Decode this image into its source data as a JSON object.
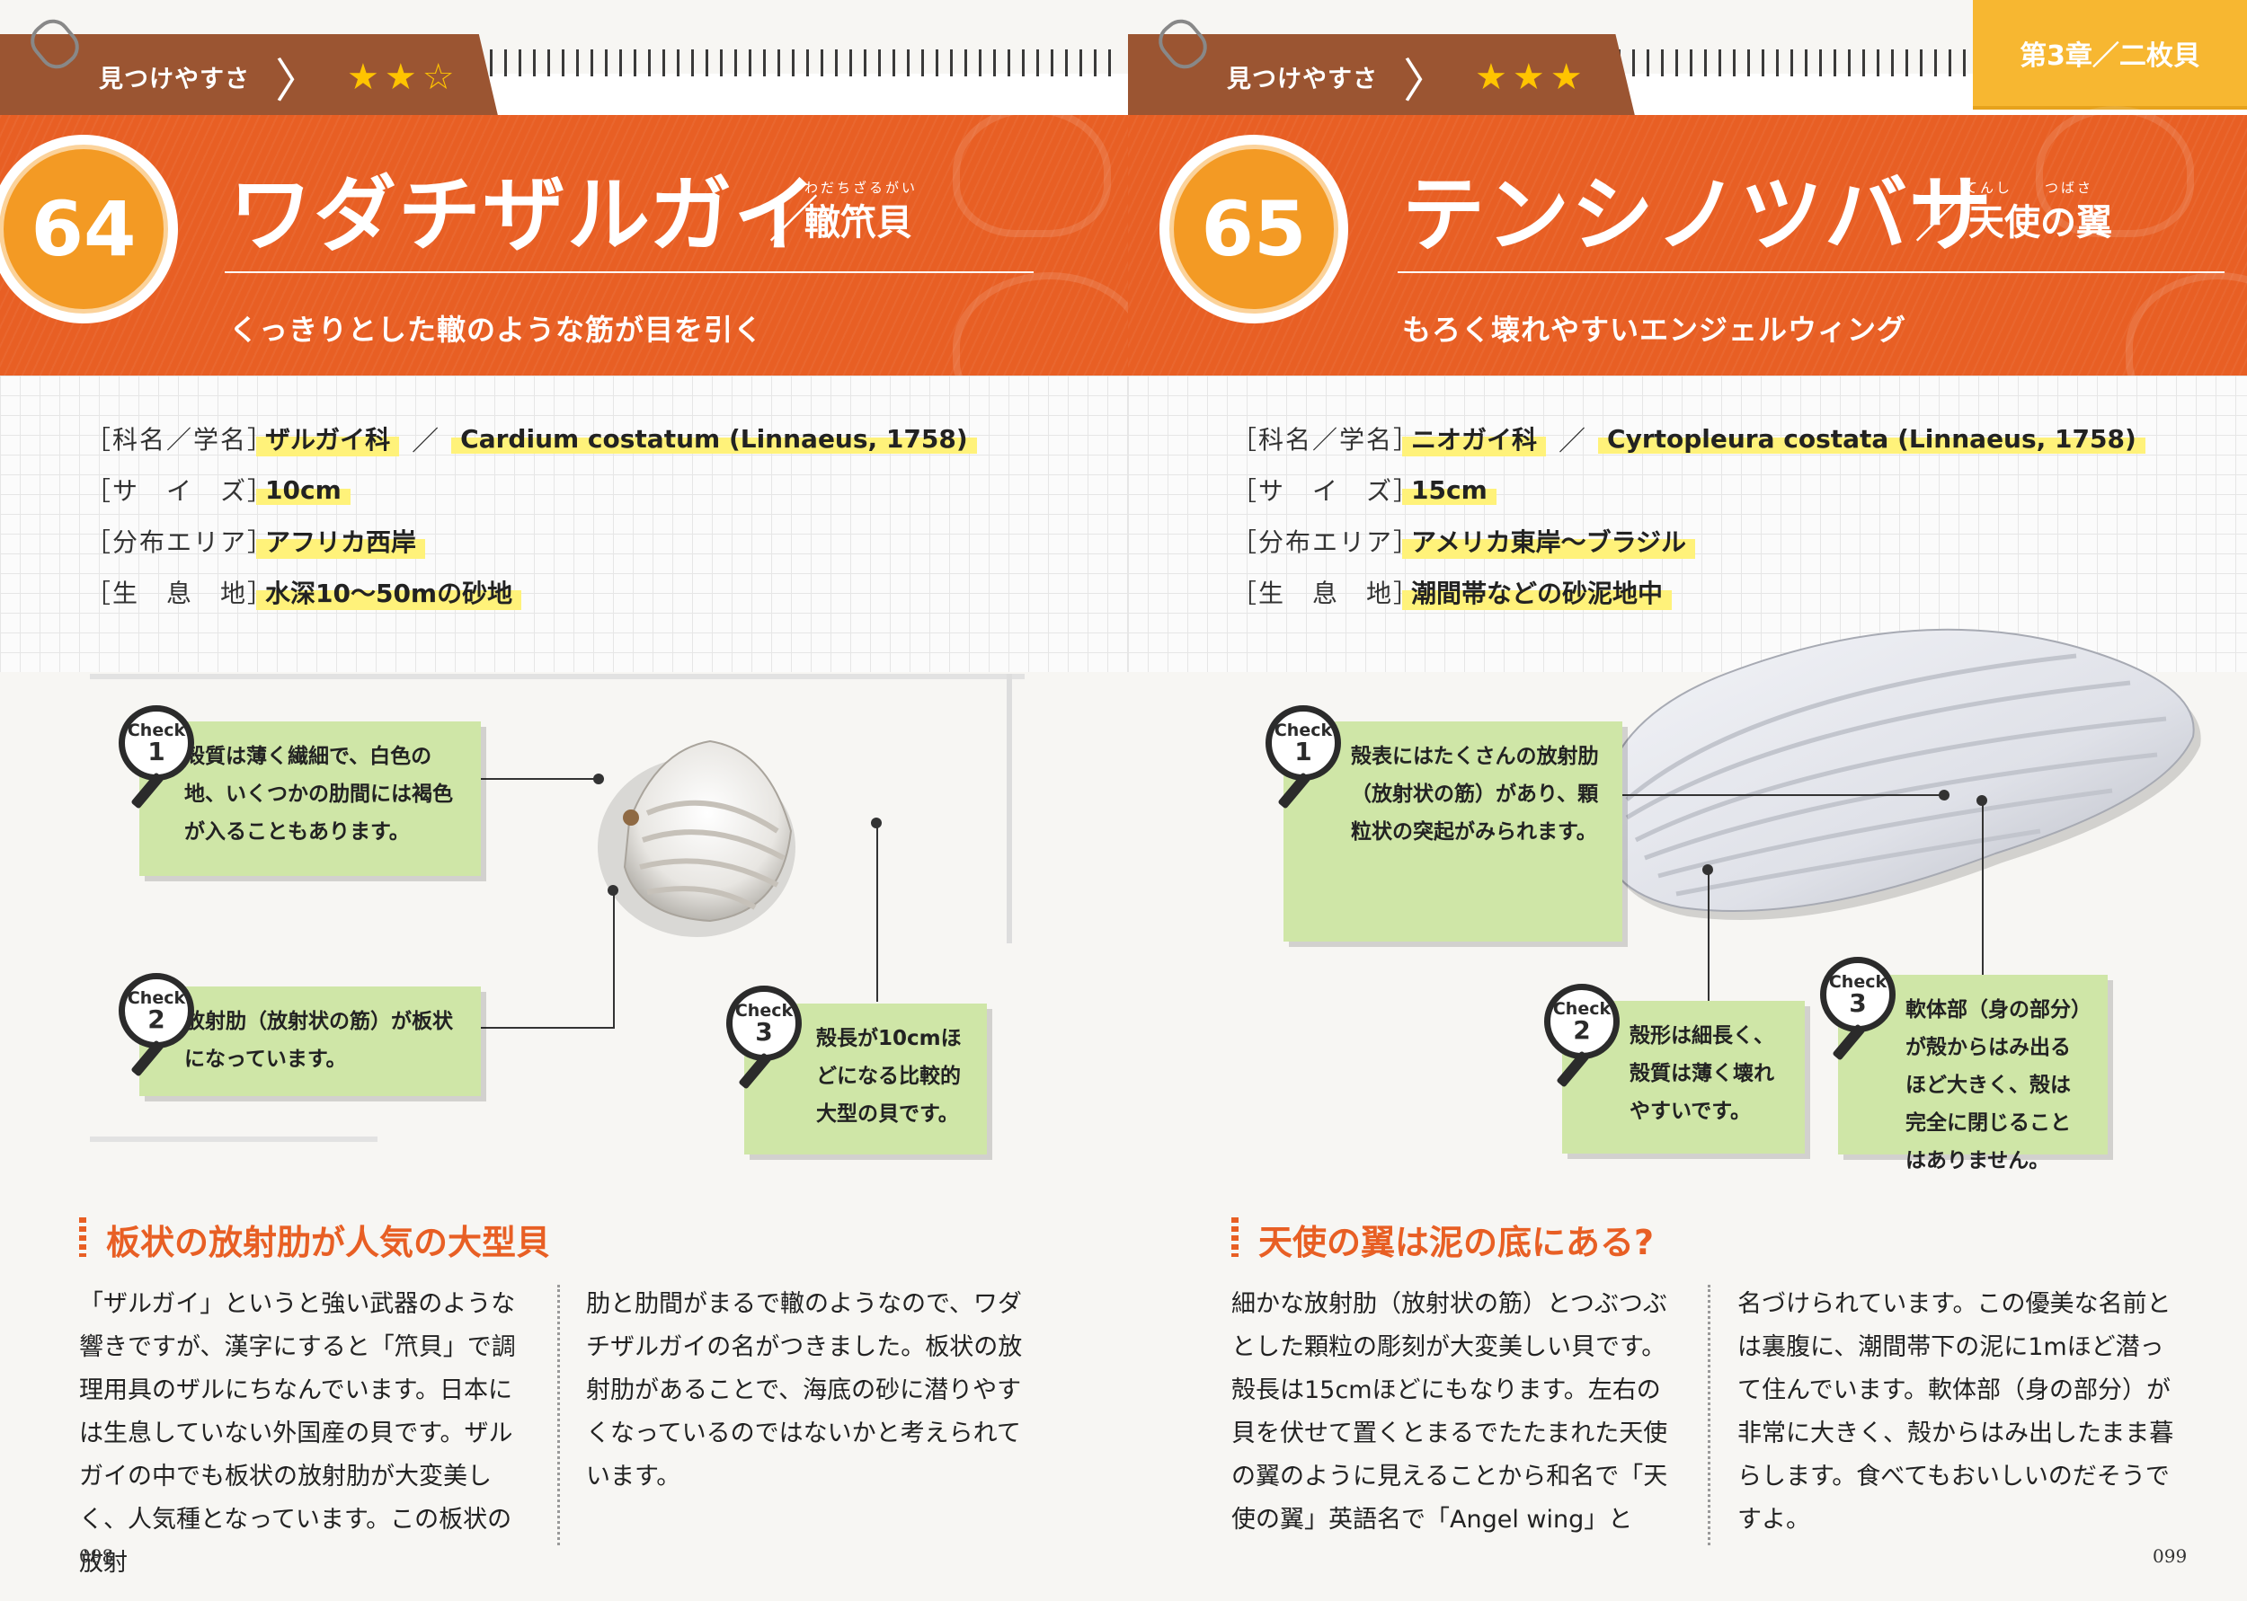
{
  "left": {
    "rating_label": "見つけやすさ",
    "rating_stars": "★★",
    "rating_empty": "☆",
    "number": "64",
    "title": "ワダチザルガイ",
    "title_kanji": "轍笊貝",
    "title_ruby": "わだちざるがい",
    "subtitle": "くっきりとした轍のような筋が目を引く",
    "info": [
      {
        "label": "［科名／学名］",
        "values": [
          "ザルガイ科",
          "Cardium costatum (Linnaeus, 1758)"
        ]
      },
      {
        "label": "［サ　イ　ズ］",
        "values": [
          "10cm"
        ]
      },
      {
        "label": "［分布エリア］",
        "values": [
          "アフリカ西岸"
        ]
      },
      {
        "label": "［生　息　地］",
        "values": [
          "水深10〜50mの砂地"
        ]
      }
    ],
    "checks": [
      {
        "word": "Check",
        "num": "1",
        "text": "殻質は薄く繊細で、白色の地、いくつかの肋間には褐色が入ることもあります。"
      },
      {
        "word": "Check",
        "num": "2",
        "text": "放射肋（放射状の筋）が板状になっています。"
      },
      {
        "word": "Check",
        "num": "3",
        "text": "殻長が10cmほどになる比較的大型の貝です。"
      }
    ],
    "section_title": "板状の放射肋が人気の大型貝",
    "body_col1": "「ザルガイ」というと強い武器のような響きですが、漢字にすると「笊貝」で調理用具のザルにちなんでいます。日本には生息していない外国産の貝です。ザルガイの中でも板状の放射肋が大変美しく、人気種となっています。この板状の放射",
    "body_col2": "肋と肋間がまるで轍のようなので、ワダチザルガイの名がつきました。板状の放射肋があることで、海底の砂に潜りやすくなっているのではないかと考えられています。",
    "folio": "098"
  },
  "right": {
    "rating_label": "見つけやすさ",
    "rating_stars": "★★★",
    "number": "65",
    "title": "テンシノツバサ",
    "title_kanji": "天使の翼",
    "title_ruby": "てんし　　つばさ",
    "subtitle": "もろく壊れやすいエンジェルウィング",
    "chapter": "第3章／二枚貝",
    "info": [
      {
        "label": "［科名／学名］",
        "values": [
          "ニオガイ科",
          "Cyrtopleura costata (Linnaeus, 1758)"
        ]
      },
      {
        "label": "［サ　イ　ズ］",
        "values": [
          "15cm"
        ]
      },
      {
        "label": "［分布エリア］",
        "values": [
          "アメリカ東岸〜ブラジル"
        ]
      },
      {
        "label": "［生　息　地］",
        "values": [
          "潮間帯などの砂泥地中"
        ]
      }
    ],
    "checks": [
      {
        "word": "Check",
        "num": "1",
        "text": "殻表にはたくさんの放射肋（放射状の筋）があり、顆粒状の突起がみられます。"
      },
      {
        "word": "Check",
        "num": "2",
        "text": "殻形は細長く、殻質は薄く壊れやすいです。"
      },
      {
        "word": "Check",
        "num": "3",
        "text": "軟体部（身の部分）が殻からはみ出るほど大きく、殻は完全に閉じることはありません。"
      }
    ],
    "section_title": "天使の翼は泥の底にある?",
    "body_col1": "細かな放射肋（放射状の筋）とつぶつぶとした顆粒の彫刻が大変美しい貝です。殻長は15cmほどにもなります。左右の貝を伏せて置くとまるでたたまれた天使の翼のように見えることから和名で「天使の翼」英語名で「Angel wing」と",
    "body_col2": "名づけられています。この優美な名前とは裏腹に、潮間帯下の泥に1mほど潜って住んでいます。軟体部（身の部分）が非常に大きく、殻からはみ出したまま暮らします。食べてもおいしいのだそうですよ。",
    "folio": "099"
  },
  "colors": {
    "orange": "#e85f24",
    "badge": "#f39a24",
    "check_green": "#cfe6a7",
    "highlight": "#fff27a",
    "rating_tab": "#9b5532",
    "chapter_tab": "#f7b731"
  }
}
